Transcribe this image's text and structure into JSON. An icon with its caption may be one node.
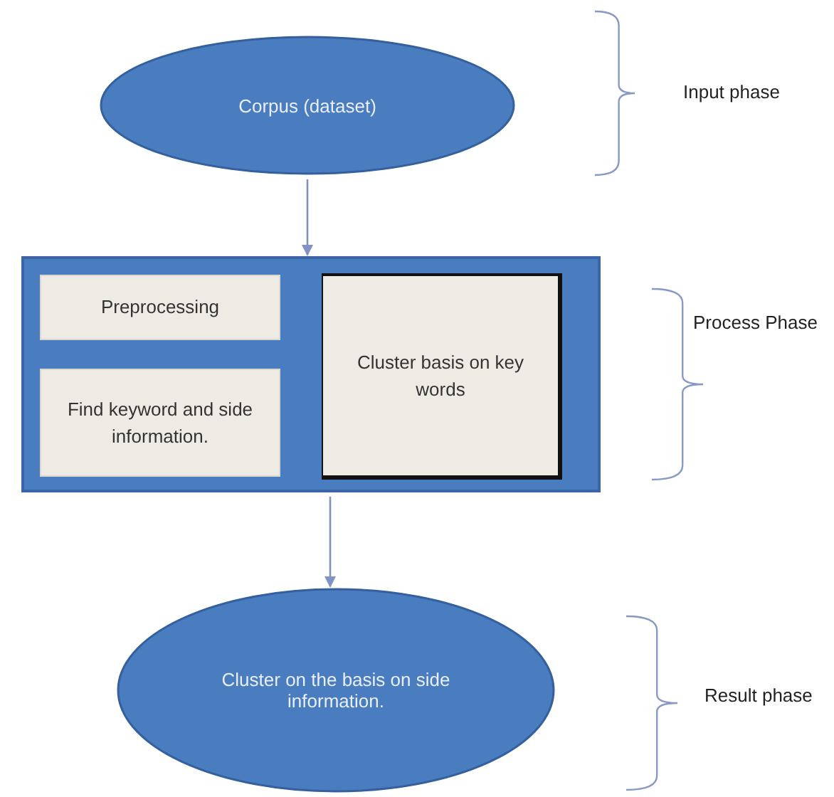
{
  "diagram": {
    "nodes": [
      {
        "text": [
          "Corpus (dataset)"
        ]
      },
      {
        "text": [],
        "shape": "box"
      },
      {
        "text": [
          "Preprocessing"
        ],
        "in": 1
      },
      {
        "text": [
          "Find keyword and side information."
        ],
        "in": 1
      },
      {
        "text": [
          "Cluster basis on key words"
        ],
        "in": 1
      },
      {
        "text": [
          "Cluster on the basis on side information."
        ]
      }
    ],
    "edges": [
      {
        "from": 0,
        "to": 1,
        "arrow": "to"
      },
      {
        "from": 1,
        "to": 5,
        "arrow": "to"
      }
    ],
    "labels": [
      "Input phase",
      "Process Phase",
      "Result phase"
    ]
  }
}
